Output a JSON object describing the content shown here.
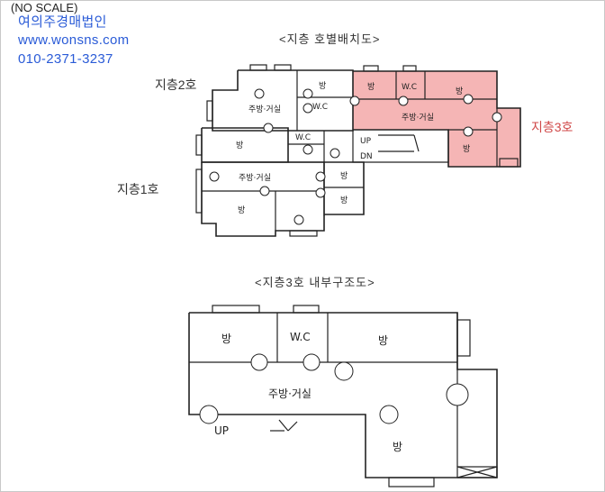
{
  "header": {
    "no_scale": "(NO SCALE)",
    "company": "여의주경매법인",
    "website": "www.wonsns.com",
    "phone": "010-2371-3237"
  },
  "plan_top": {
    "title": "<지층 호별배치도>",
    "labels": {
      "unit2": "지층2호",
      "unit1": "지층1호",
      "unit3": "지층3호"
    },
    "rooms": {
      "u2_room_small": "방",
      "u2_wc": "W.C",
      "u2_kitchen": "주방·거실",
      "u2_room": "방",
      "u2_wc2": "W.C",
      "u1_kitchen": "주방·거실",
      "u1_room_a": "방",
      "u1_room_b": "방",
      "u1_room_c": "방",
      "u3_room_a": "방",
      "u3_wc": "W.C",
      "u3_room_b": "방",
      "u3_kitchen": "주방·거실",
      "u3_room_c": "방",
      "up": "UP",
      "dn": "DN"
    },
    "highlight_color": "#f5b5b5"
  },
  "plan_bottom": {
    "title": "<지층3호 내부구조도>",
    "rooms": {
      "room_a": "방",
      "wc": "W.C",
      "room_b": "방",
      "kitchen": "주방·거실",
      "up": "UP",
      "room_c": "방"
    }
  }
}
